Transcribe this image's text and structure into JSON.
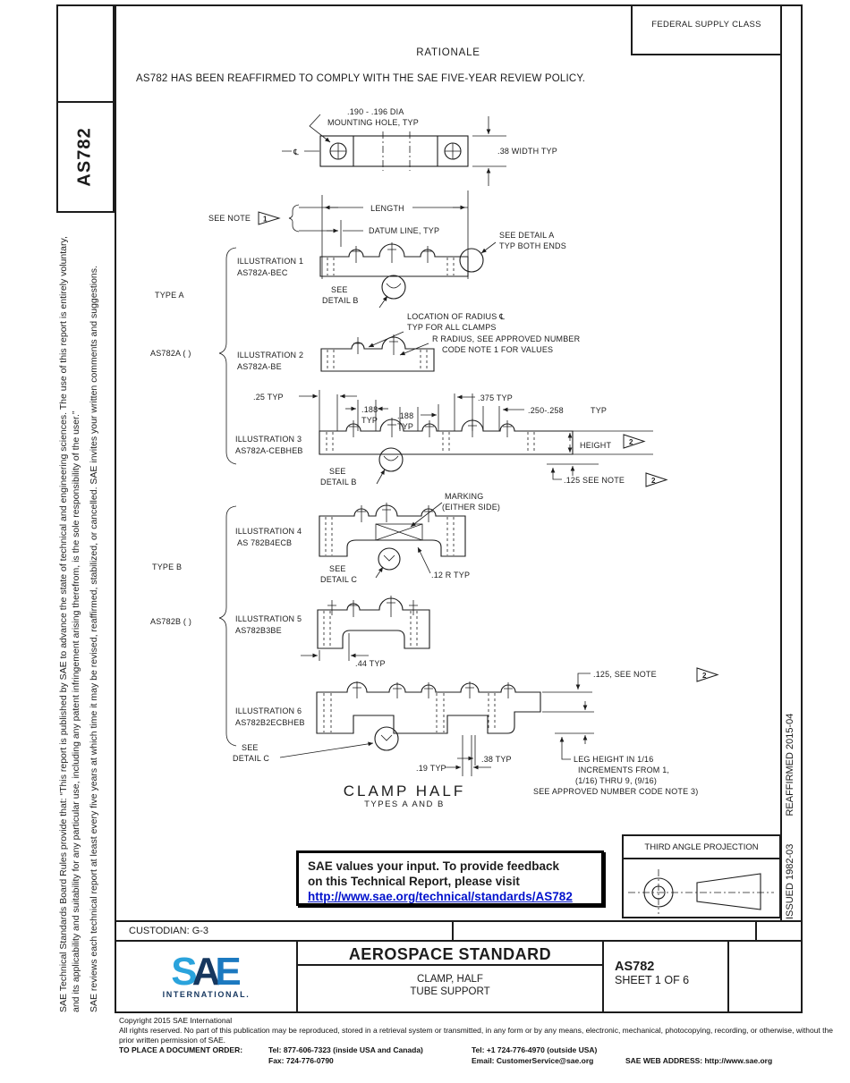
{
  "page": {
    "federal_supply_class": "FEDERAL SUPPLY CLASS",
    "rationale_title": "RATIONALE",
    "rationale_text": "AS782 HAS BEEN REAFFIRMED TO COMPLY WITH THE SAE FIVE-YEAR REVIEW POLICY."
  },
  "left_sidebar": {
    "doc_number": "AS782",
    "disclaimer": "SAE Technical Standards Board Rules provide that: “This report is published by SAE to advance the state of technical and engineering sciences. The use of this report is entirely voluntary, and its applicability and suitability for any particular use, including any patent infringement arising therefrom, is the sole responsibility of the user.”",
    "review_note": "SAE reviews each technical report at least every five years at which time it may be revised, reaffirmed, stabilized, or cancelled. SAE invites your written comments and suggestions."
  },
  "right_sidebar": {
    "issued": "ISSUED 1982-03",
    "reaffirmed": "REAFFIRMED 2015-04"
  },
  "drawing": {
    "flags": {
      "note1": "1",
      "note2": "2"
    },
    "labels": {
      "dia1": ".190 - .196 DIA",
      "dia2": "MOUNTING HOLE, TYP",
      "width": ".38 WIDTH TYP",
      "cl": "℄",
      "see_note": "SEE NOTE",
      "length": "LENGTH",
      "datum": "DATUM LINE, TYP",
      "detail_a1": "SEE DETAIL A",
      "detail_a2": "TYP BOTH ENDS",
      "type_a": "TYPE A",
      "type_b": "TYPE B",
      "ill1a": "ILLUSTRATION 1",
      "ill1b": "AS782A-BEC",
      "ill2a": "ILLUSTRATION 2",
      "ill2b": "AS782A-BE",
      "ill3a": "ILLUSTRATION 3",
      "ill3b": "AS782A-CEBHEB",
      "ill4a": "ILLUSTRATION 4",
      "ill4b": "AS 782B4ECB",
      "ill5a": "ILLUSTRATION 5",
      "ill5b": "AS782B3BE",
      "ill6a": "ILLUSTRATION 6",
      "ill6b": "AS782B2ECBHEB",
      "as782a": "AS782A ( )",
      "as782b": "AS782B ( )",
      "see": "SEE",
      "detail_b": "DETAIL B",
      "detail_c": "DETAIL C",
      "loc1": "LOCATION OF RADIUS ℄",
      "loc2": "TYP FOR ALL CLAMPS",
      "rrad1": "R RADIUS, SEE APPROVED NUMBER",
      "rrad2": "CODE NOTE 1 FOR VALUES",
      "d25": ".25 TYP",
      "d188": ".188",
      "typ": "TYP",
      "d375": ".375 TYP",
      "d250": ".250-.258",
      "height": "HEIGHT",
      "d125a": ".125 SEE NOTE",
      "d125b": ".125, SEE NOTE",
      "marking1": "MARKING",
      "marking2": "(EITHER SIDE)",
      "r12": ".12 R TYP",
      "d44": ".44 TYP",
      "d19": ".19 TYP",
      "d38": ".38 TYP",
      "leg1": "LEG HEIGHT IN 1/16",
      "leg2": "INCREMENTS FROM 1,",
      "leg3": "(1/16) THRU 9, (9/16)",
      "leg4": "SEE APPROVED NUMBER CODE NOTE 3)",
      "caption": "CLAMP HALF",
      "caption_sub": "TYPES A AND B"
    }
  },
  "feedback_box": {
    "line1": "SAE values your input. To provide feedback",
    "line2": "on this Technical Report, please visit",
    "link": "http://www.sae.org/technical/standards/AS782"
  },
  "projection": {
    "title": "THIRD ANGLE PROJECTION"
  },
  "title_block": {
    "custodian": "CUSTODIAN: G-3",
    "logo_s": "S",
    "logo_a": "A",
    "logo_e": "E",
    "logo_sub": "INTERNATIONAL.",
    "standard_type": "AEROSPACE STANDARD",
    "title_line1": "CLAMP, HALF",
    "title_line2": "TUBE SUPPORT",
    "number": "AS782",
    "sheet": "SHEET 1 OF 6"
  },
  "footer": {
    "copyright": "Copyright 2015 SAE International",
    "rights": "All rights reserved. No part of this publication may be reproduced, stored in a retrieval system or transmitted, in any form or by any means, electronic, mechanical, photocopying, recording, or otherwise, without the prior written permission of SAE.",
    "order_label": "TO PLACE A DOCUMENT ORDER:",
    "tel_inside": "Tel: 877-606-7323 (inside USA and Canada)",
    "tel_outside": "Tel: +1 724-776-4970 (outside USA)",
    "fax": "Fax: 724-776-0790",
    "email": "Email: CustomerService@sae.org",
    "web": "SAE WEB ADDRESS: http://www.sae.org"
  },
  "colors": {
    "link_blue": "#0011cc",
    "logo_light_blue": "#2aa3dc",
    "logo_navy": "#16375f",
    "logo_blue": "#1c79c0",
    "ink": "#1c1c1c"
  }
}
